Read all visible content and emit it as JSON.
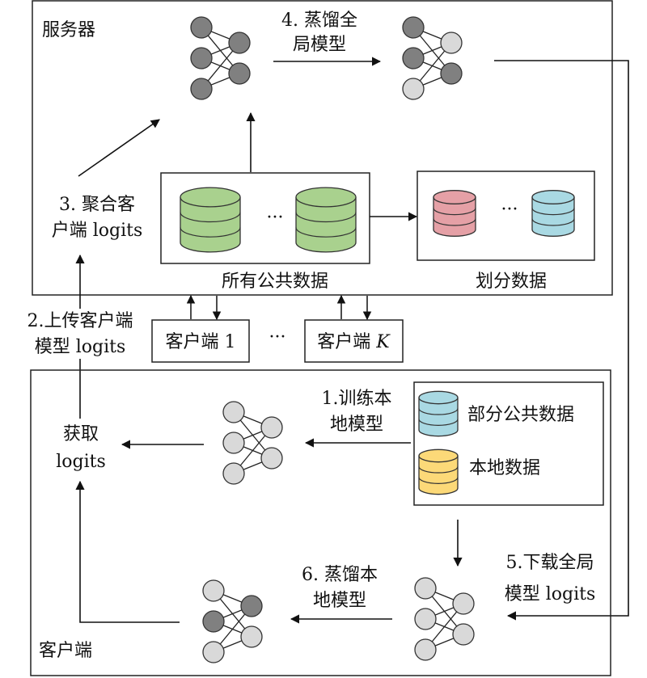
{
  "server": {
    "title": "服务器",
    "step4": [
      "4. 蒸馏全",
      "局模型"
    ],
    "step3": [
      "3. 聚合客",
      "户端 logits"
    ],
    "public_data_label": "所有公共数据",
    "partition_label": "划分数据",
    "ellipsis": "···"
  },
  "clients_row": {
    "client1": "客户端 1",
    "clientK_prefix": "客户端 ",
    "clientK_var": "K",
    "ellipsis": "···"
  },
  "step2": [
    "2.上传客户端",
    "模型 logits"
  ],
  "client": {
    "title": "客户端",
    "get_logits": [
      "获取",
      "logits"
    ],
    "step1": [
      "1.训练本",
      "地模型"
    ],
    "partial_public_data": "部分公共数据",
    "local_data": "本地数据",
    "step5": [
      "5.下载全局",
      "模型 logits"
    ],
    "step6": [
      "6. 蒸馏本",
      "地模型"
    ]
  },
  "colors": {
    "node_dark": "#808080",
    "node_light": "#d9d9d9",
    "db_green": "#a9d18e",
    "db_red": "#e5a0a6",
    "db_blue": "#a9d9e3",
    "db_yellow": "#fcd978"
  }
}
